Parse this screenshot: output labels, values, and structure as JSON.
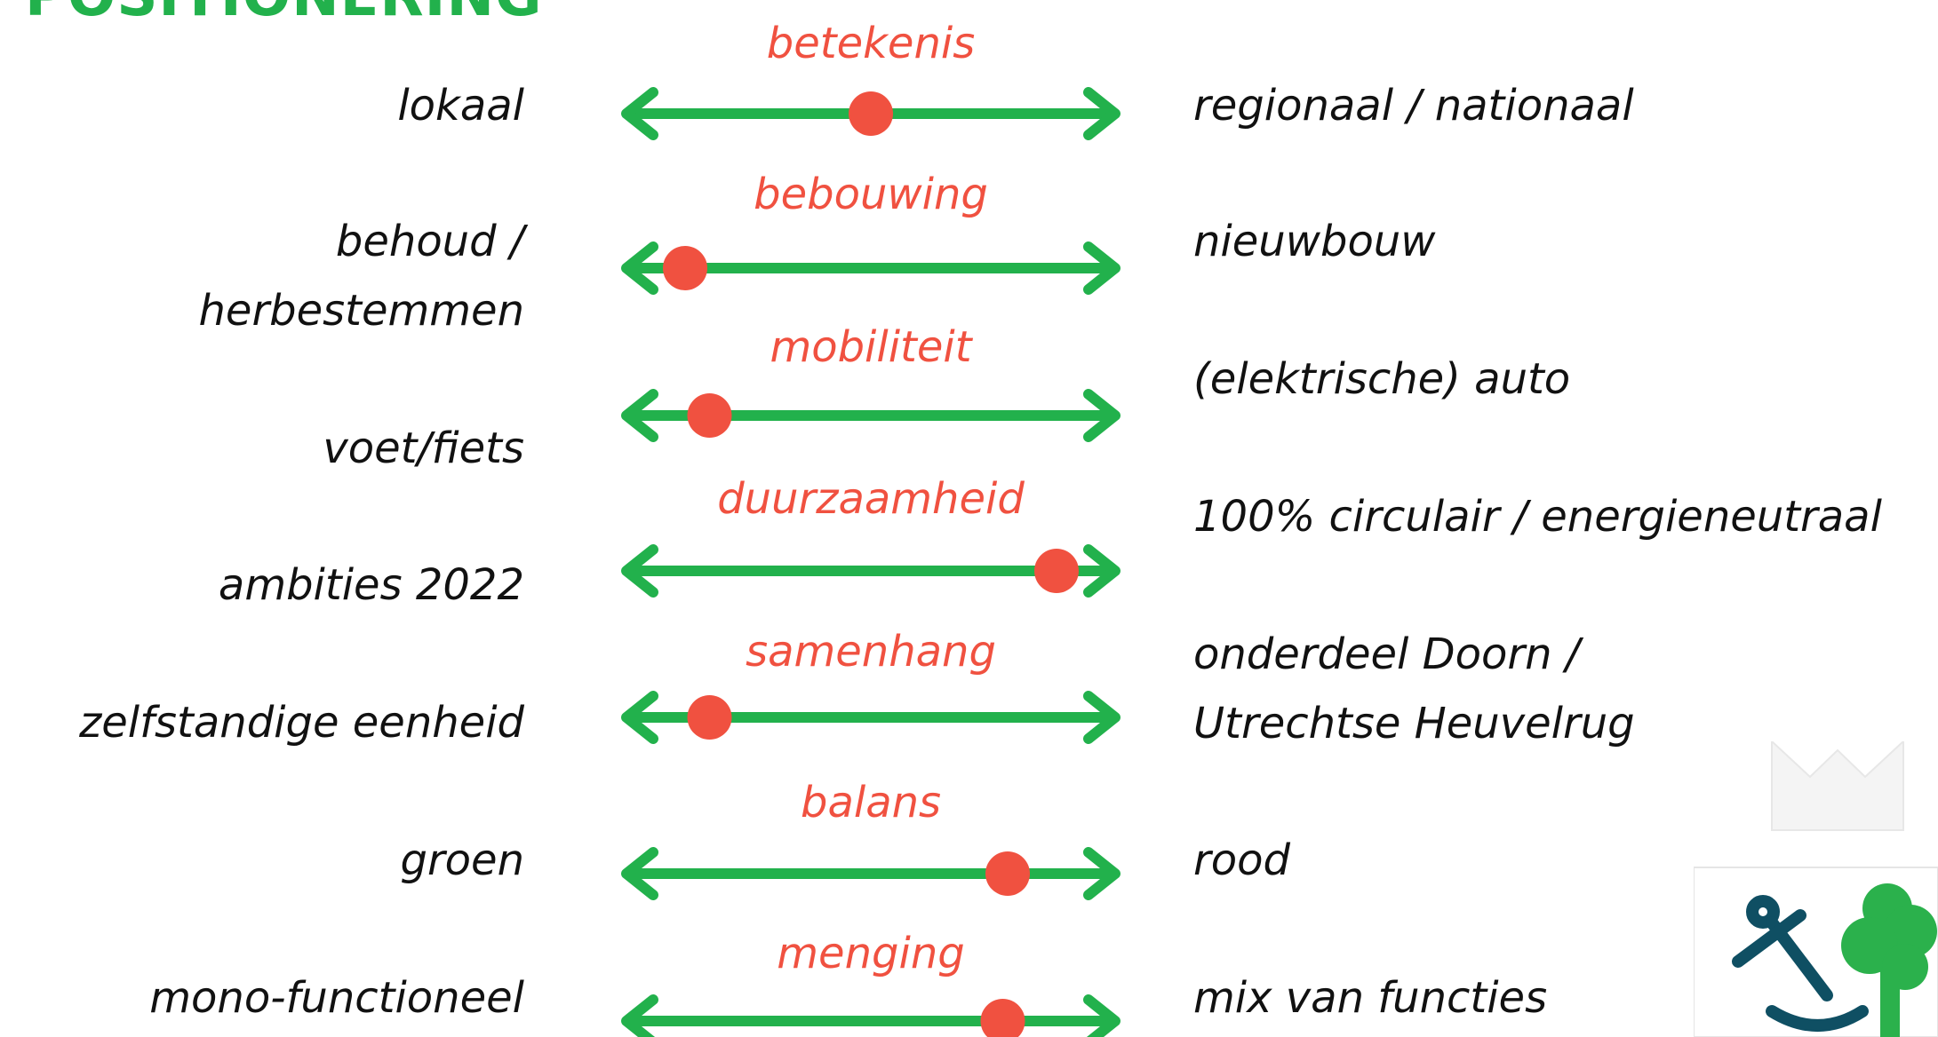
{
  "title": "POSITIONERING",
  "colors": {
    "title": "#22b14c",
    "topic": "#f05140",
    "axis": "#22b14c",
    "marker": "#f05140",
    "logo_anchor": "#0f4f63",
    "logo_tree": "#2bb14c"
  },
  "scales": [
    {
      "topic": "betekenis",
      "left_lines": [
        "lokaal"
      ],
      "right_lines": [
        "regionaal / nationaal"
      ],
      "position": 0.5
    },
    {
      "topic": "bebouwing",
      "left_lines": [
        "behoud /",
        "herbestemmen"
      ],
      "right_lines": [
        "nieuwbouw"
      ],
      "position": 0.12
    },
    {
      "topic": "mobiliteit",
      "left_lines": [
        "voet/fiets"
      ],
      "right_lines": [
        "(elektrische) auto"
      ],
      "position": 0.17
    },
    {
      "topic": "duurzaamheid",
      "left_lines": [
        "ambities 2022"
      ],
      "right_lines": [
        "100% circulair / energieneutraal"
      ],
      "position": 0.88
    },
    {
      "topic": "samenhang",
      "left_lines": [
        "zelfstandige eenheid"
      ],
      "right_lines": [
        "onderdeel Doorn /",
        "Utrechtse Heuvelrug"
      ],
      "position": 0.17
    },
    {
      "topic": "balans",
      "left_lines": [
        "groen"
      ],
      "right_lines": [
        "rood"
      ],
      "position": 0.78
    },
    {
      "topic": "menging",
      "left_lines": [
        "mono-functioneel"
      ],
      "right_lines": [
        "mix van functies"
      ],
      "position": 0.77
    }
  ],
  "logo": {
    "icons": [
      "crown-icon",
      "anchor-icon",
      "tree-icon"
    ]
  }
}
